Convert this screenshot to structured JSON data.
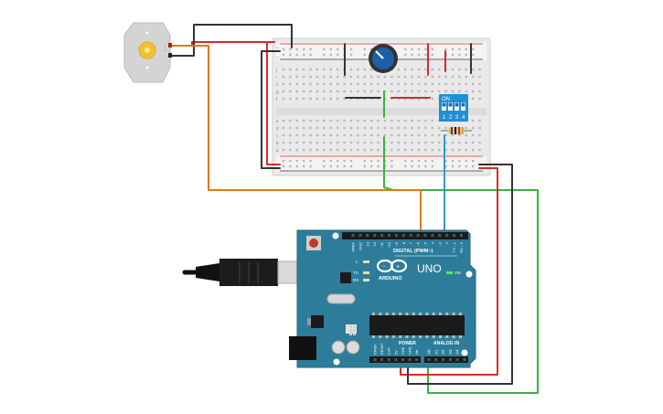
{
  "colors": {
    "wire_red": "#d62b2b",
    "wire_black": "#333333",
    "wire_orange": "#e07a14",
    "wire_green": "#3cb043",
    "wire_blue": "#2f9ad8",
    "board_teal": "#2d7d9a",
    "breadboard": "#e9e9e9",
    "dip_blue": "#1f8fd6",
    "pot_blue": "#1d5fa8",
    "motor_grey": "#d4d4d4",
    "motor_yellow": "#f2c12e"
  },
  "motor": {
    "terminal_label": "+ −"
  },
  "breadboard": {
    "rail_plus": "+",
    "rail_minus": "−",
    "row_letters_top": [
      "j",
      "i",
      "h",
      "g",
      "f"
    ],
    "row_letters_bottom": [
      "e",
      "d",
      "c",
      "b",
      "a"
    ]
  },
  "dip_switch": {
    "on_label": "ON",
    "positions": [
      "1",
      "2",
      "3",
      "4"
    ]
  },
  "arduino": {
    "brand": "ARDUINO",
    "model": "UNO",
    "digital_label": "DIGITAL (PWM~)",
    "power_label": "POWER",
    "analog_label": "ANALOG IN",
    "on_led_label": "ON",
    "led_l": "L",
    "led_tx": "TX",
    "led_rx": "RX",
    "digital_pins": [
      "AREF",
      "GND",
      "13",
      "12",
      "~11",
      "~10",
      "~9",
      "8",
      "7",
      "~6",
      "~5",
      "4",
      "~3",
      "2",
      "TX→1",
      "RX←0"
    ],
    "power_pins": [
      "IOREF",
      "RESET",
      "3.3V",
      "5V",
      "GND",
      "GND",
      "Vin"
    ],
    "analog_pins": [
      "A0",
      "A1",
      "A2",
      "A3",
      "A4",
      "A5"
    ]
  }
}
